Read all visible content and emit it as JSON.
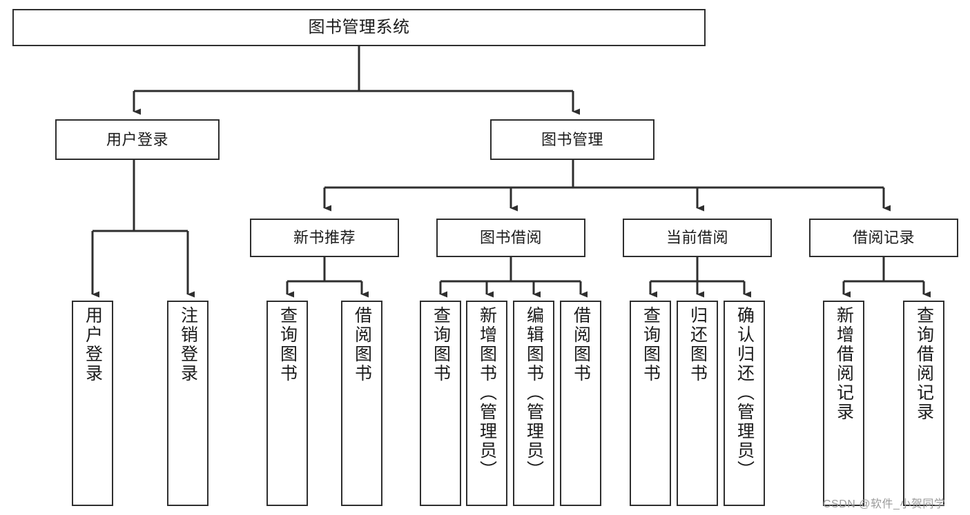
{
  "diagram": {
    "type": "tree-hierarchy-chart",
    "root": {
      "id": "root",
      "label": "图书管理系统"
    },
    "level2": [
      {
        "id": "user-login",
        "label": "用户登录"
      },
      {
        "id": "book-manage",
        "label": "图书管理"
      }
    ],
    "level3": [
      {
        "id": "new-book-recommend",
        "label": "新书推荐"
      },
      {
        "id": "book-borrow",
        "label": "图书借阅"
      },
      {
        "id": "current-borrow",
        "label": "当前借阅"
      },
      {
        "id": "borrow-record",
        "label": "借阅记录"
      }
    ],
    "leaves": {
      "user-login": [
        {
          "id": "leaf-user-login",
          "label": "用户登录"
        },
        {
          "id": "leaf-user-logout",
          "label": "注销登录"
        }
      ],
      "new-book-recommend": [
        {
          "id": "leaf-query-book-1",
          "label": "查询图书"
        },
        {
          "id": "leaf-borrow-book-1",
          "label": "借阅图书"
        }
      ],
      "book-borrow": [
        {
          "id": "leaf-query-book-2",
          "label": "查询图书"
        },
        {
          "id": "leaf-add-book",
          "label": "新增图书（管理员）"
        },
        {
          "id": "leaf-edit-book",
          "label": "编辑图书（管理员）"
        },
        {
          "id": "leaf-borrow-book-2",
          "label": "借阅图书"
        }
      ],
      "current-borrow": [
        {
          "id": "leaf-query-book-3",
          "label": "查询图书"
        },
        {
          "id": "leaf-return-book",
          "label": "归还图书"
        },
        {
          "id": "leaf-confirm-return",
          "label": "确认归还（管理员）"
        }
      ],
      "borrow-record": [
        {
          "id": "leaf-add-record",
          "label": "新增借阅记录"
        },
        {
          "id": "leaf-query-record",
          "label": "查询借阅记录"
        }
      ]
    }
  },
  "watermark": {
    "text": "CSDN @软件_小贺同学"
  },
  "colors": {
    "line": "#2e2e2e",
    "border": "#2e2e2e",
    "background": "#ffffff",
    "text": "#1b1b1b",
    "watermark": "#9a9a9a"
  }
}
